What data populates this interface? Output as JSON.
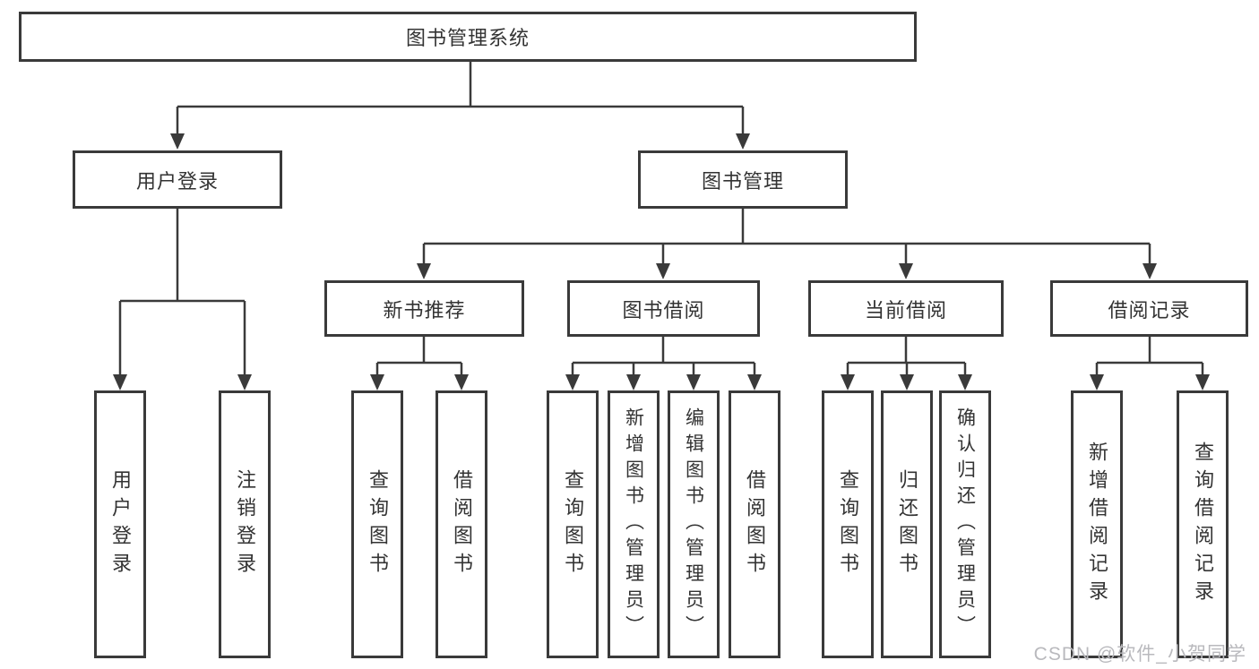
{
  "watermark": "CSDN @软件_小贺同学",
  "colors": {
    "line": "#3a3a3a",
    "box_border": "#3a3a3a",
    "text": "#333333",
    "watermark": "#b9b9bd",
    "background": "#ffffff"
  },
  "tree": {
    "label": "图书管理系统",
    "children": [
      {
        "label": "用户登录",
        "children": [
          {
            "label": "用户登录"
          },
          {
            "label": "注销登录"
          }
        ]
      },
      {
        "label": "图书管理",
        "children": [
          {
            "label": "新书推荐",
            "children": [
              {
                "label": "查询图书"
              },
              {
                "label": "借阅图书"
              }
            ]
          },
          {
            "label": "图书借阅",
            "children": [
              {
                "label": "查询图书"
              },
              {
                "label": "新增图书（管理员）"
              },
              {
                "label": "编辑图书（管理员）"
              },
              {
                "label": "借阅图书"
              }
            ]
          },
          {
            "label": "当前借阅",
            "children": [
              {
                "label": "查询图书"
              },
              {
                "label": "归还图书"
              },
              {
                "label": "确认归还（管理员）"
              }
            ]
          },
          {
            "label": "借阅记录",
            "children": [
              {
                "label": "新增借阅记录"
              },
              {
                "label": "查询借阅记录"
              }
            ]
          }
        ]
      }
    ]
  }
}
